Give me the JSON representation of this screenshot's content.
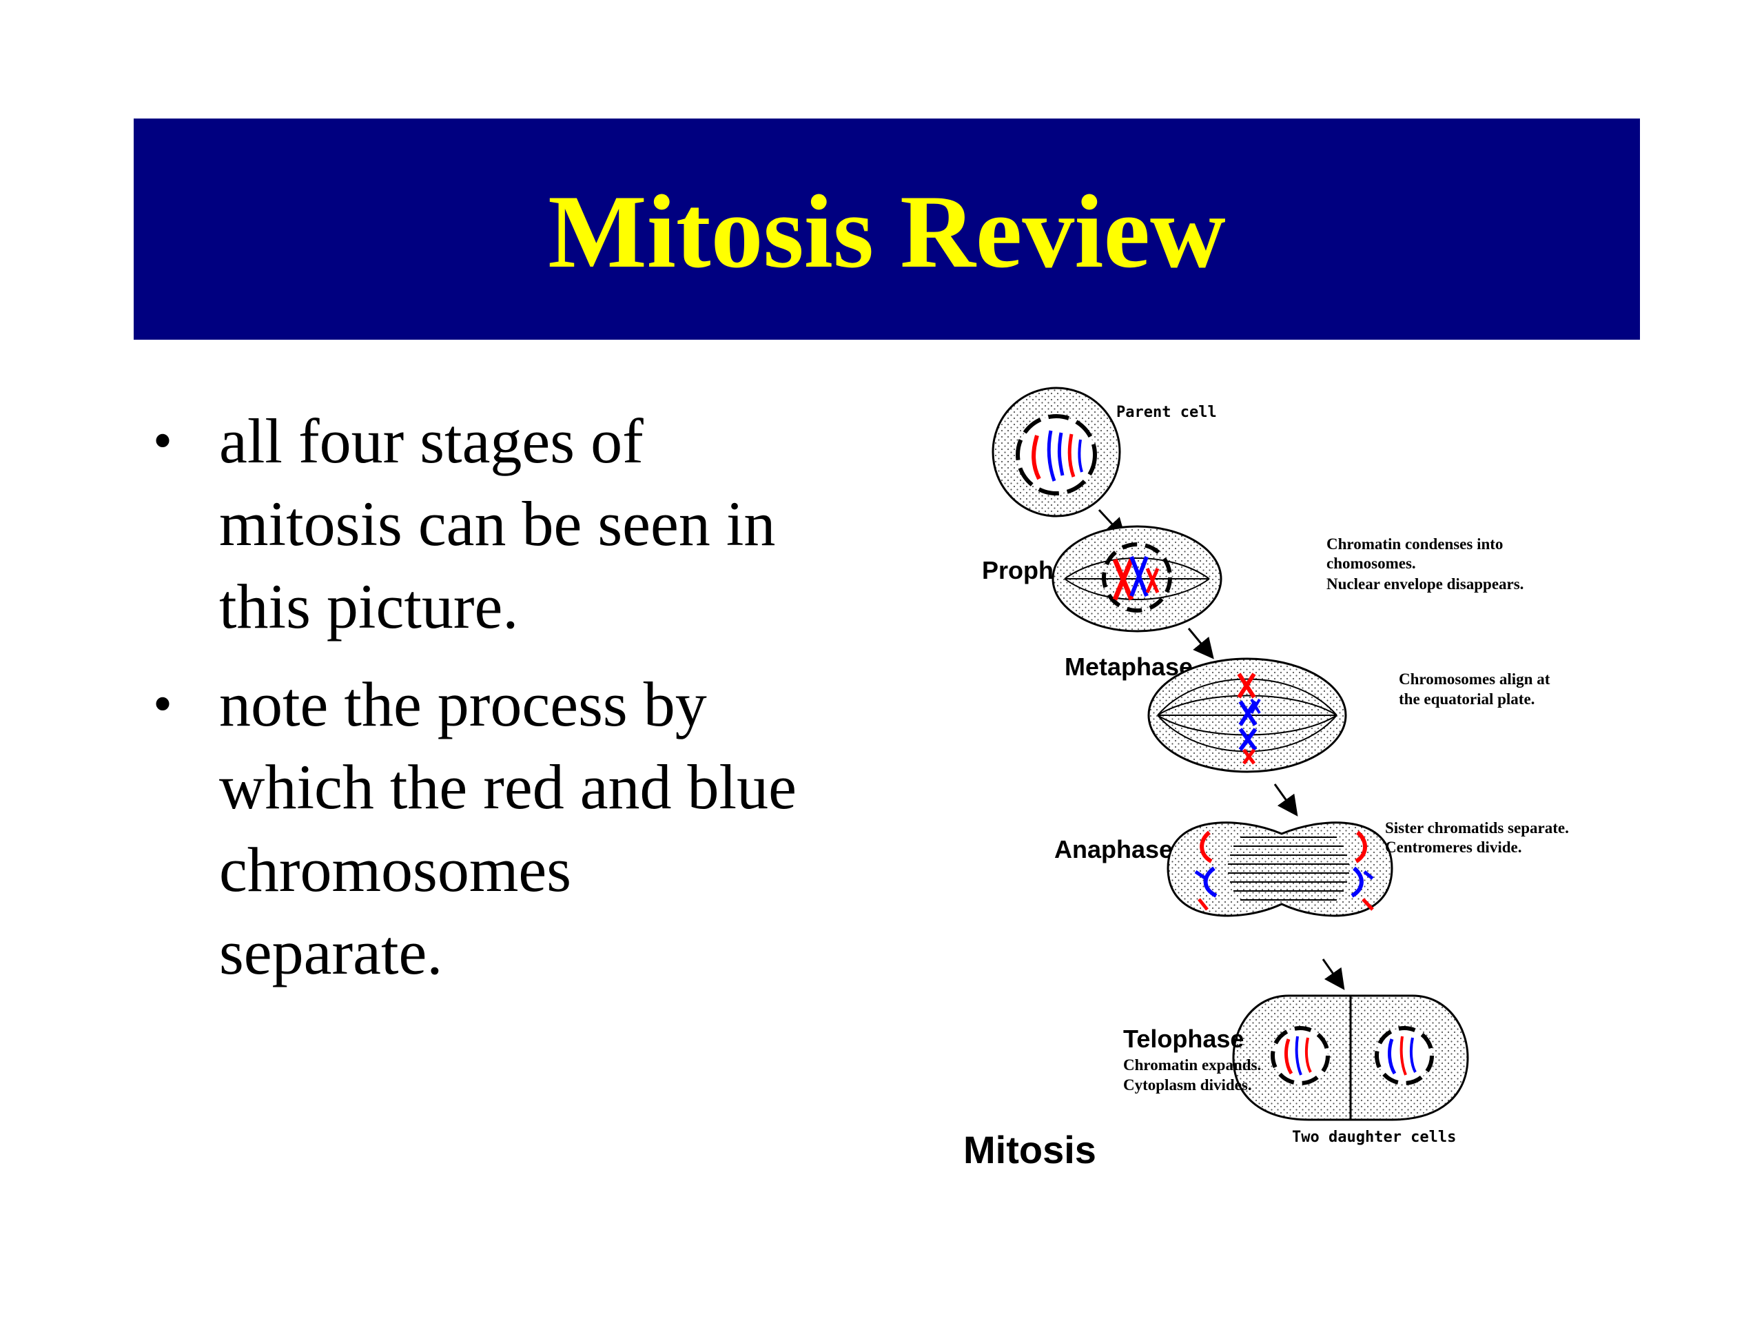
{
  "slide": {
    "title": "Mitosis Review",
    "colors": {
      "title_background": "#000080",
      "title_text": "#FFFF00",
      "chromosome_red": "#FF0000",
      "chromosome_blue": "#0000FF"
    },
    "bullets": [
      {
        "symbol": "•",
        "lines": [
          "all four stages of",
          "mitosis can be seen in",
          "this picture."
        ]
      },
      {
        "symbol": "•",
        "lines": [
          "note the process by",
          "which the red and blue",
          "chromosomes",
          "separate."
        ]
      }
    ]
  },
  "diagram": {
    "caption": "Mitosis",
    "parent_cell_label": "Parent cell",
    "stages": {
      "prophase": {
        "name": "Prophase",
        "notes": [
          "Chromatin condenses into",
          "chomosomes.",
          "Nuclear envelope disappears."
        ]
      },
      "metaphase": {
        "name": "Metaphase",
        "notes": [
          "Chromosomes align at",
          "the equatorial plate."
        ]
      },
      "anaphase": {
        "name": "Anaphase",
        "notes": [
          "Sister chromatids separate.",
          "Centromeres divide."
        ]
      },
      "telophase": {
        "name": "Telophase",
        "notes": [
          "Chromatin expands.",
          "Cytoplasm divides."
        ]
      }
    },
    "daughter_cells_label": "Two daughter cells"
  }
}
